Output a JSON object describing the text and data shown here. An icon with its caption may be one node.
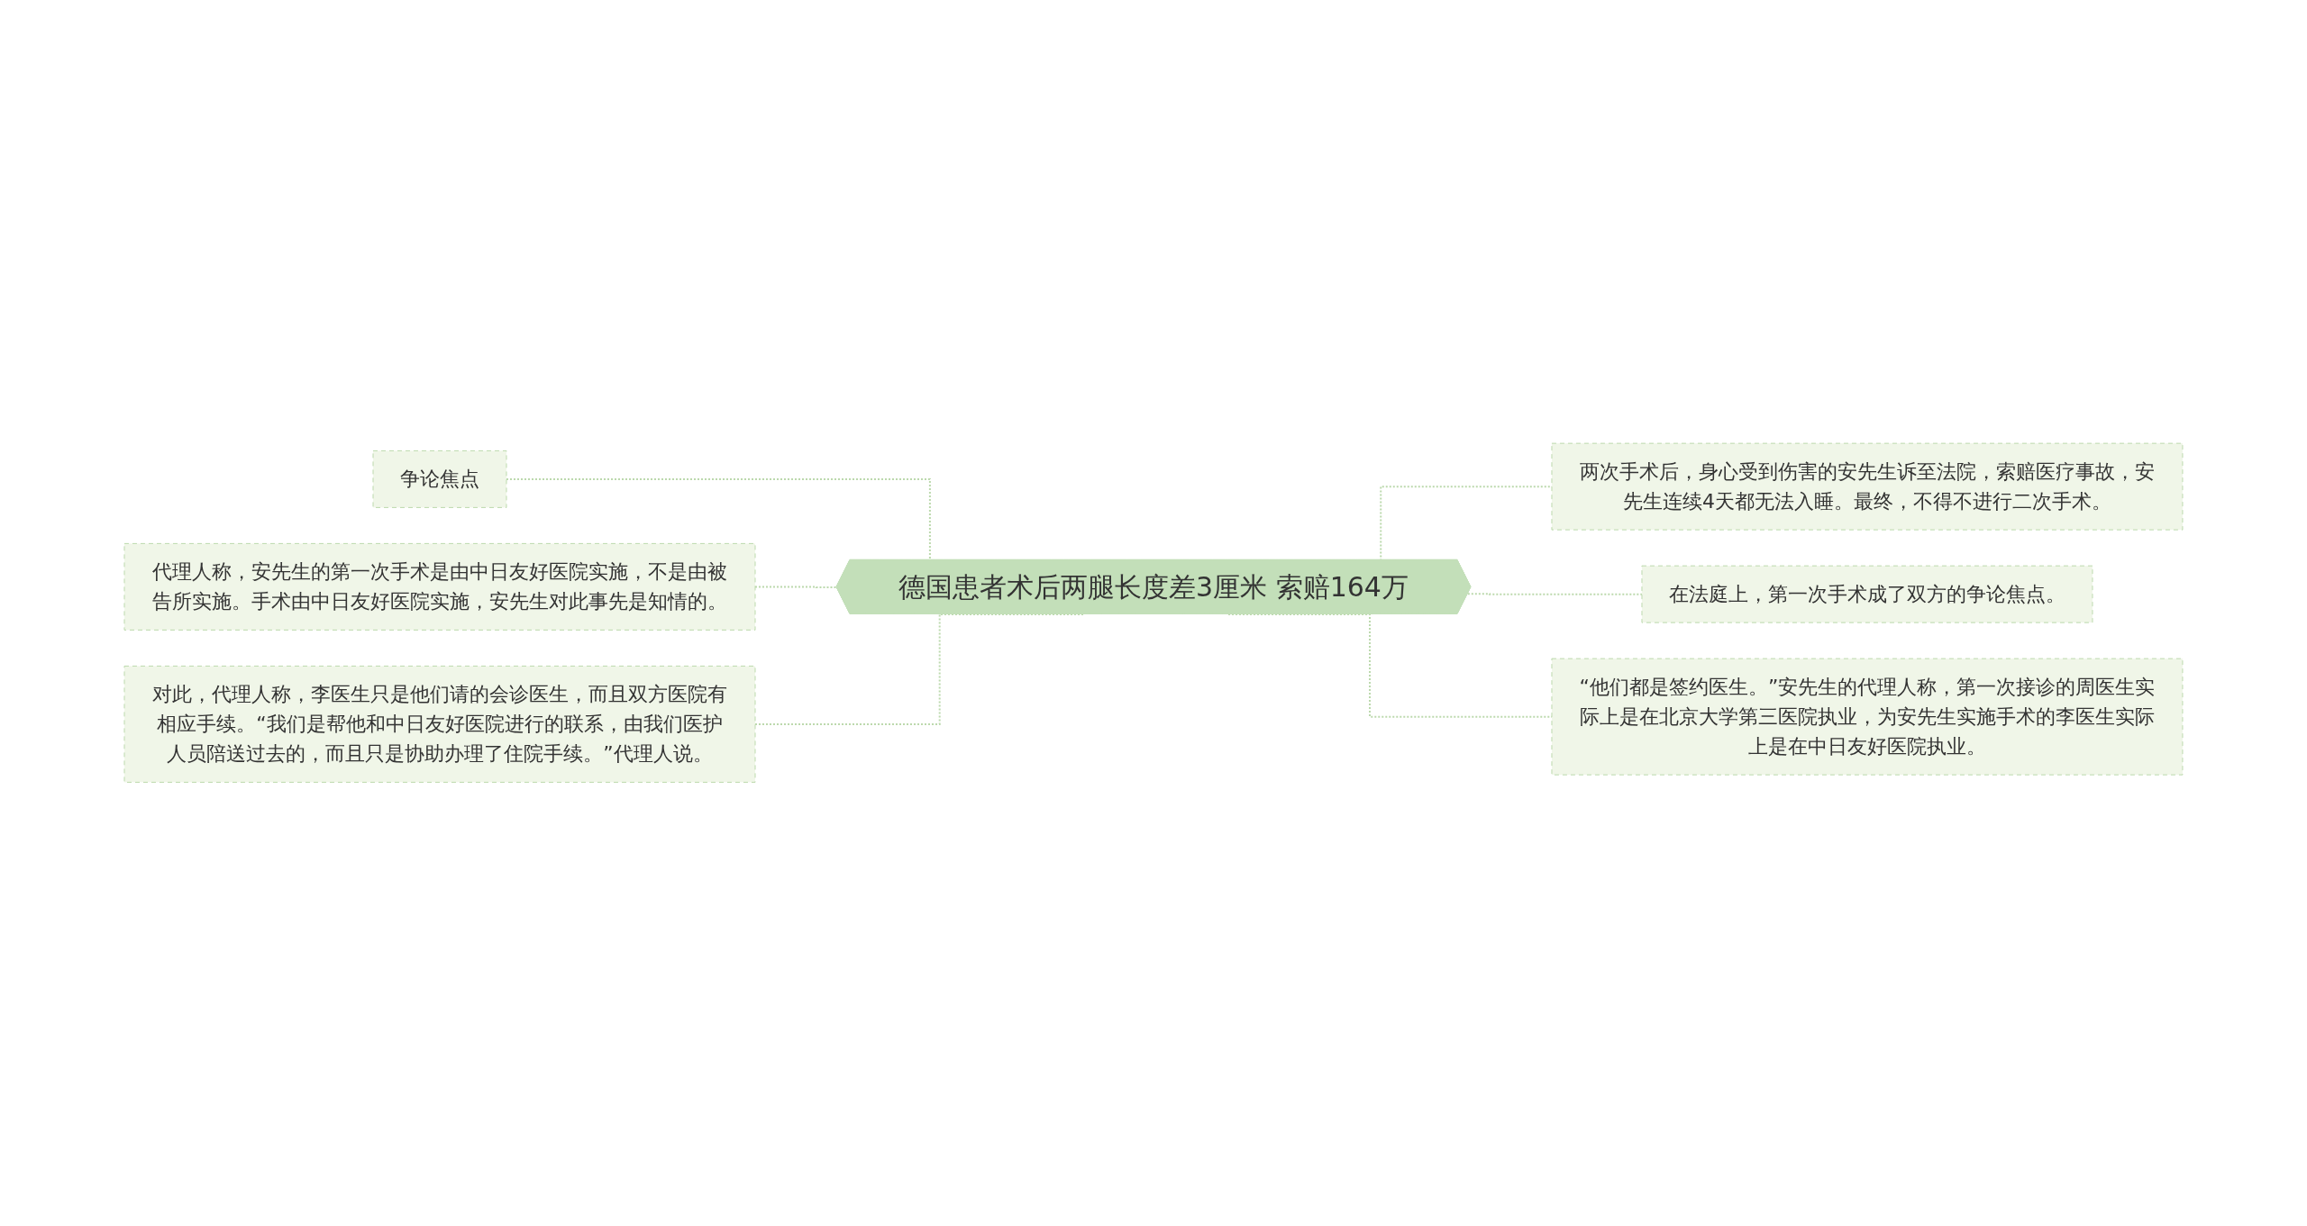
{
  "diagram": {
    "nodes": [
      {
        "text": [
          "德国患者术后两腿长度差3厘米 索赔164万"
        ]
      },
      {
        "text": [
          "争论焦点"
        ]
      },
      {
        "text": [
          "代理人称，安先生的第一次手术是由中日友好医院实施，不是由被告所实施。手术由中日友好医院实施，安先生对此事先是知情的。"
        ]
      },
      {
        "text": [
          "对此，代理人称，李医生只是他们请的会诊医生，而且双方医院有相应手续。“我们是帮他和中日友好医院进行的联系，由我们医护人员陪送过去的，而且只是协助办理了住院手续。”代理人说。"
        ]
      },
      {
        "text": [
          "两次手术后，身心受到伤害的安先生诉至法院，索赔医疗事故，安先生连续4天都无法入睡。最终，不得不进行二次手术。"
        ]
      },
      {
        "text": [
          "在法庭上，第一次手术成了双方的争论焦点。"
        ]
      },
      {
        "text": [
          "“他们都是签约医生。”安先生的代理人称，第一次接诊的周医生实际上是在北京大学第三医院执业，为安先生实施手术的李医生实际上是在中日友好医院执业。"
        ]
      }
    ],
    "edges": [
      {
        "from": 1,
        "to": 0,
        "arrow": "none",
        "style": "dashed"
      },
      {
        "from": 2,
        "to": 0,
        "arrow": "none",
        "style": "dashed"
      },
      {
        "from": 3,
        "to": 0,
        "arrow": "none",
        "style": "dashed"
      },
      {
        "from": 0,
        "to": 4,
        "arrow": "none",
        "style": "dashed"
      },
      {
        "from": 0,
        "to": 5,
        "arrow": "none",
        "style": "dashed"
      },
      {
        "from": 0,
        "to": 6,
        "arrow": "none",
        "style": "dashed"
      }
    ]
  }
}
